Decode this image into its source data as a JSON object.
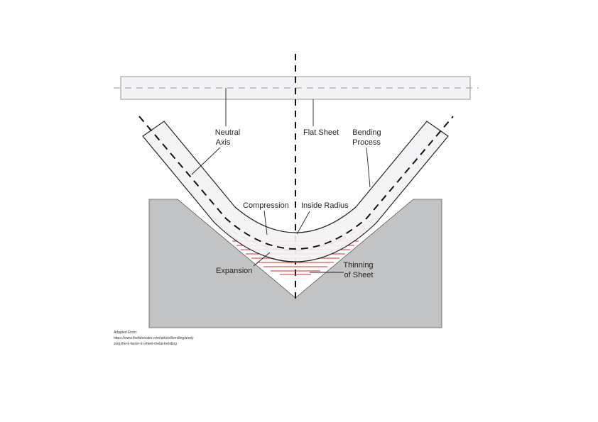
{
  "labels": {
    "neutral_axis_line1": "Neutral",
    "neutral_axis_line2": "Axis",
    "flat_sheet": "Flat Sheet",
    "bending_process_line1": "Bending",
    "bending_process_line2": "Process",
    "compression": "Compression",
    "inside_radius": "Inside Radius",
    "expansion": "Expansion",
    "thinning_line1": "Thinning",
    "thinning_line2": "of Sheet"
  },
  "source": {
    "line1": "Adapted From:",
    "line2": "https://www.thefabricator.com/article/bending/analy",
    "line3": "zing-the-k-factor-in-sheet-metal-bending"
  },
  "colors": {
    "die_fill": "#c2c3c4",
    "sheet_fill": "#f3f3f5",
    "sheet_stroke": "#a6a6a8",
    "neutral_axis_flat": "#a9a9ab",
    "bend_outline": "#222222",
    "stress_zone": "#d42a2a"
  }
}
